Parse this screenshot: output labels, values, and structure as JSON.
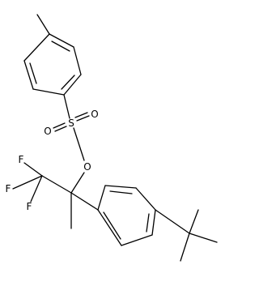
{
  "structure": {
    "atoms": {
      "sulfur": "S",
      "sulfonyl_oxygen_left": "O",
      "sulfonyl_oxygen_right": "O",
      "ester_oxygen": "O",
      "fluorine_top": "F",
      "fluorine_middle": "F",
      "fluorine_bottom": "F"
    }
  },
  "colors": {
    "bond": "#000000",
    "background": "#ffffff"
  }
}
